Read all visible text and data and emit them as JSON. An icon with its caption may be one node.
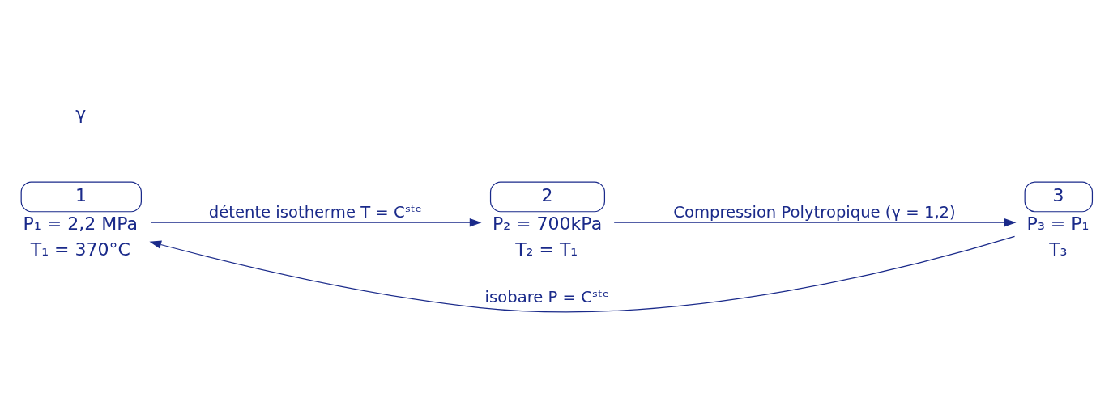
{
  "diagram": {
    "nodes": [
      {
        "text": [
          "1",
          "P₁ = 2,2 MPa",
          "T₁ = 370°C"
        ]
      },
      {
        "text": [
          "2",
          "P₂ = 700kPa",
          "T₂ = T₁"
        ]
      },
      {
        "text": [
          "3",
          "P₃ = P₁",
          "T₃"
        ]
      }
    ],
    "edges": [
      {
        "from": 0,
        "to": 1,
        "arrow": "to",
        "label": "détente isotherme T = Cˢᵗᵉ"
      },
      {
        "from": 1,
        "to": 2,
        "arrow": "to",
        "label": "Compression Polytropique (γ = 1,2)"
      },
      {
        "from": 2,
        "to": 0,
        "arrow": "to",
        "label": "isobare P = Cˢᵗᵉ"
      }
    ],
    "labels": [
      "γ"
    ]
  }
}
